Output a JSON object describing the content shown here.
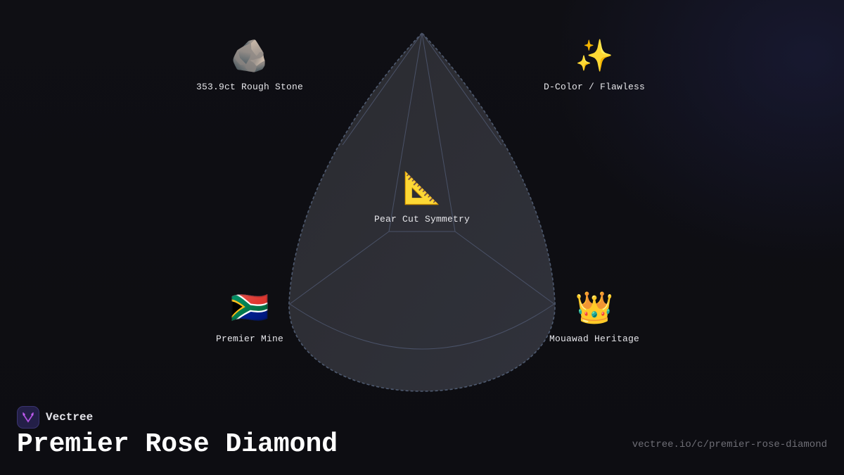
{
  "brand": {
    "name": "Vectree",
    "logo_color": "#b04fe0"
  },
  "title": "Premier Rose Diamond",
  "url": "vectree.io/c/premier-rose-diamond",
  "diagram": {
    "shape": "pear-cut-diamond",
    "fill": "#2c2d35",
    "outline_color": "#4b5568",
    "facet_color": "#4a5166",
    "nodes": [
      {
        "id": "rough-stone",
        "icon": "🪨",
        "icon_name": "rock-icon",
        "label": "353.9ct Rough Stone"
      },
      {
        "id": "color-clarity",
        "icon": "✨",
        "icon_name": "sparkles-icon",
        "label": "D-Color / Flawless"
      },
      {
        "id": "cut",
        "icon": "📐",
        "icon_name": "triangular-ruler-icon",
        "label": "Pear Cut Symmetry"
      },
      {
        "id": "origin",
        "icon": "🇿🇦",
        "icon_name": "south-africa-flag-icon",
        "label": "Premier Mine"
      },
      {
        "id": "heritage",
        "icon": "👑",
        "icon_name": "crown-icon",
        "label": "Mouawad Heritage"
      }
    ]
  }
}
